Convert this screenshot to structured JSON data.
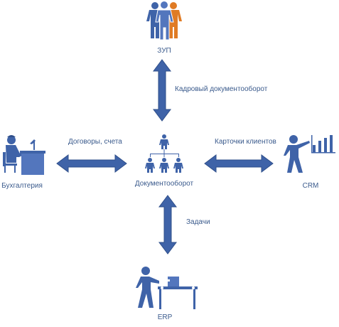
{
  "colors": {
    "primary": "#3f63a8",
    "secondary": "#e07b24",
    "text": "#3a5a8c"
  },
  "nodes": {
    "top": {
      "label": "ЗУП",
      "icon": "people-group-icon"
    },
    "center": {
      "label": "Документооборот",
      "icon": "org-chart-icon"
    },
    "left": {
      "label": "Бухгалтерия",
      "icon": "accountant-at-desk-icon"
    },
    "right": {
      "label": "CRM",
      "icon": "presenter-chart-icon"
    },
    "bottom": {
      "label": "ERP",
      "icon": "worker-conveyor-icon"
    }
  },
  "edges": {
    "top": "Кадровый документооборот",
    "left": "Договоры, счета",
    "right": "Карточки клиентов",
    "bottom": "Задачи"
  }
}
